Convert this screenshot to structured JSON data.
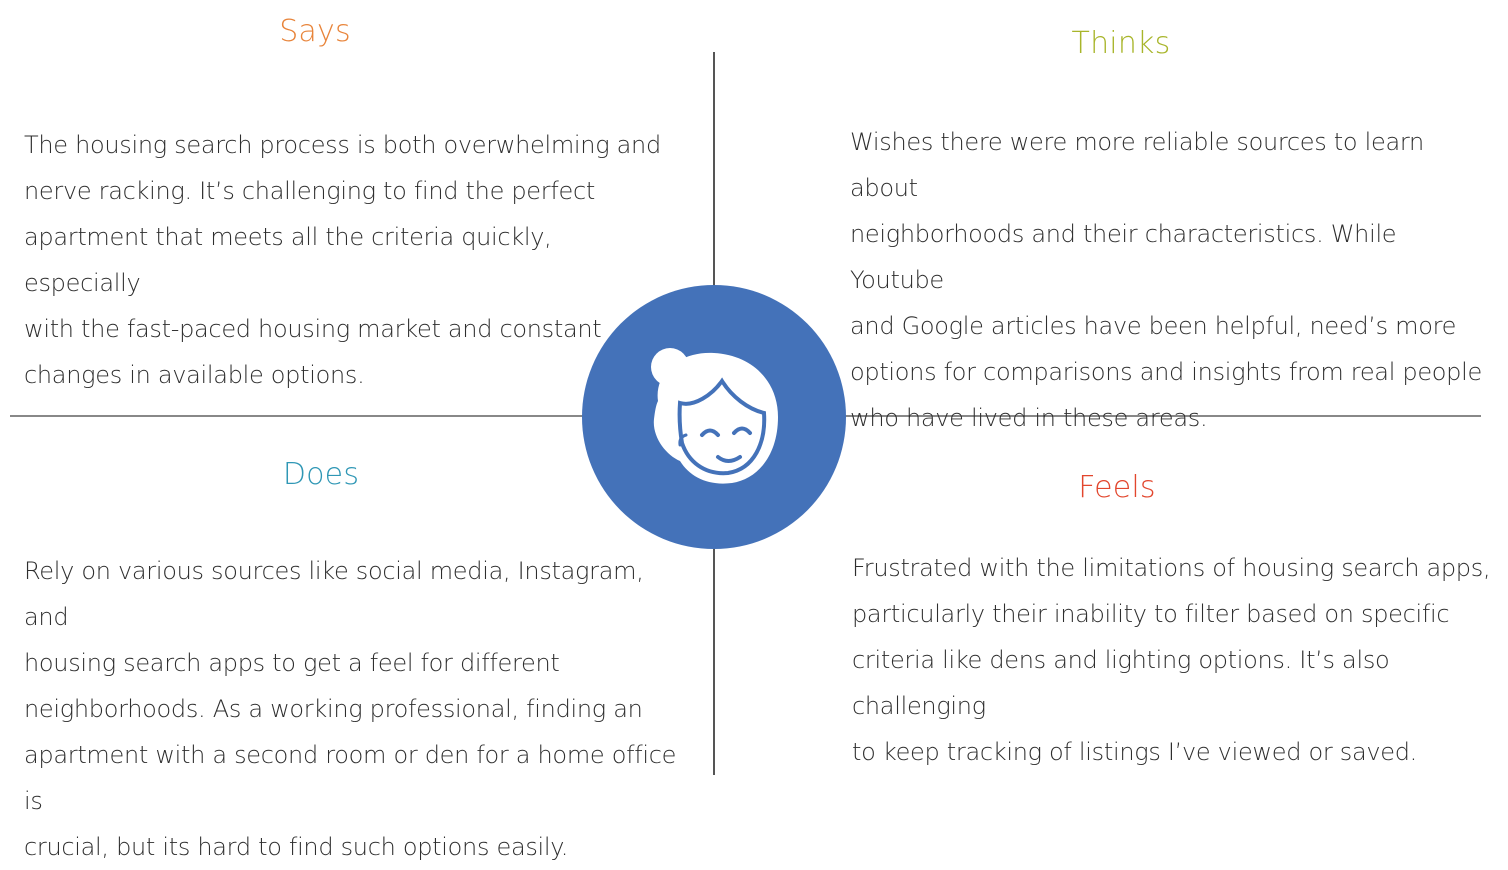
{
  "quadrants": {
    "says": {
      "title": "Says",
      "color": "#e8843a",
      "lines": [
        "The housing search process is both overwhelming and",
        "nerve racking. It’s challenging to find the perfect",
        "apartment that meets all the criteria quickly, especially",
        "with the fast-paced housing market and constant",
        "changes in available options."
      ]
    },
    "thinks": {
      "title": "Thinks",
      "color": "#a8b52a",
      "lines": [
        "Wishes there were more reliable sources to learn about",
        "neighborhoods and their characteristics. While Youtube",
        "and Google articles have been helpful, need’s more",
        "options for comparisons and insights from real people",
        "who have lived in these areas."
      ]
    },
    "does": {
      "title": "Does",
      "color": "#2f97b5",
      "lines": [
        "Rely on various sources like social media, Instagram, and",
        "housing search apps to get a feel for different",
        "neighborhoods. As a working professional, finding an",
        "apartment with a second room or den for a home office is",
        "crucial, but its hard to find such options easily."
      ]
    },
    "feels": {
      "title": "Feels",
      "color": "#e2462d",
      "lines": [
        "Frustrated with the limitations of housing search apps,",
        "particularly their inability to filter based on specific",
        "criteria like dens and lighting options. It’s also challenging",
        "to keep tracking of listings I’ve viewed or saved."
      ]
    }
  },
  "avatar": {
    "icon": "woman-face-icon",
    "circle_color": "#4472b9"
  }
}
